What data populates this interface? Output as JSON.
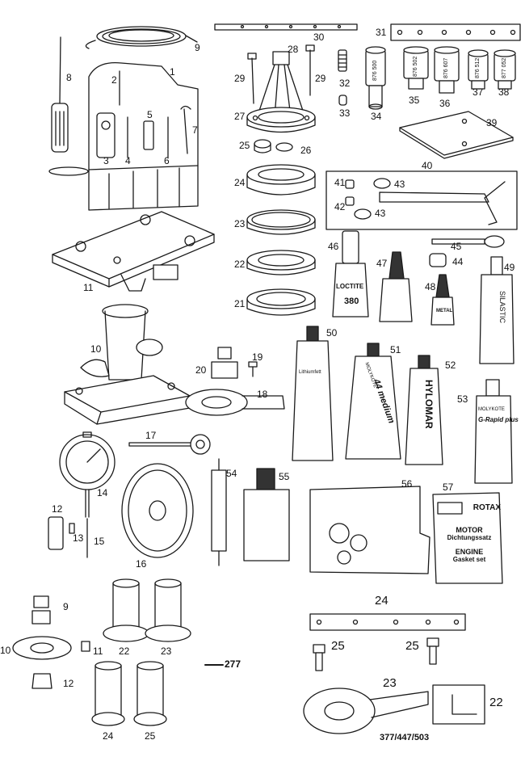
{
  "callouts": {
    "n1": "1",
    "n2": "2",
    "n3": "3",
    "n4": "4",
    "n5": "5",
    "n6": "6",
    "n7": "7",
    "n8": "8",
    "n9": "9",
    "n10": "10",
    "n11": "11",
    "n12": "12",
    "n13": "13",
    "n14": "14",
    "n15": "15",
    "n16": "16",
    "n17": "17",
    "n18": "18",
    "n19": "19",
    "n20": "20",
    "n21": "21",
    "n22": "22",
    "n23": "23",
    "n24": "24",
    "n25": "25",
    "n26": "26",
    "n27": "27",
    "n28": "28",
    "n29a": "29",
    "n29b": "29",
    "n30": "30",
    "n31": "31",
    "n32": "32",
    "n33": "33",
    "n34": "34",
    "n35": "35",
    "n36": "36",
    "n37": "37",
    "n38": "38",
    "n39": "39",
    "n40": "40",
    "n41": "41",
    "n42": "42",
    "n43a": "43",
    "n43b": "43",
    "n44": "44",
    "n45": "45",
    "n46": "46",
    "n47": "47",
    "n48": "48",
    "n49": "49",
    "n50": "50",
    "n51": "51",
    "n52": "52",
    "n53": "53",
    "n54": "54",
    "n55": "55",
    "n56": "56",
    "n57": "57",
    "b9": "9",
    "b10": "10",
    "b11": "11",
    "b12": "12",
    "b22": "22",
    "b23": "23",
    "b24": "24",
    "b25": "25",
    "c24": "24",
    "c25a": "25",
    "c25b": "25",
    "c23": "23",
    "c22": "22"
  },
  "page_ref": "277",
  "model_code": "377/447/503",
  "part_codes": {
    "p34": "876 500",
    "p35": "876 502",
    "p36": "876 607",
    "p37": "876 512",
    "p38": "877 052"
  },
  "labels": {
    "loctite": "LOCTITE",
    "loctite_num": "380",
    "silastic": "SILASTIC",
    "hylomar": "HYLOMAR",
    "molykote": "MOLYKOTE",
    "medium": "44 medium",
    "paste": "G-Rapid plus",
    "lithium": "Lithiumfett",
    "metal": "METAL"
  },
  "gasket_set": {
    "brand": "ROTAX",
    "de_title": "MOTOR",
    "de_sub": "Dichtungssatz",
    "en_title": "ENGINE",
    "en_sub": "Gasket set"
  }
}
